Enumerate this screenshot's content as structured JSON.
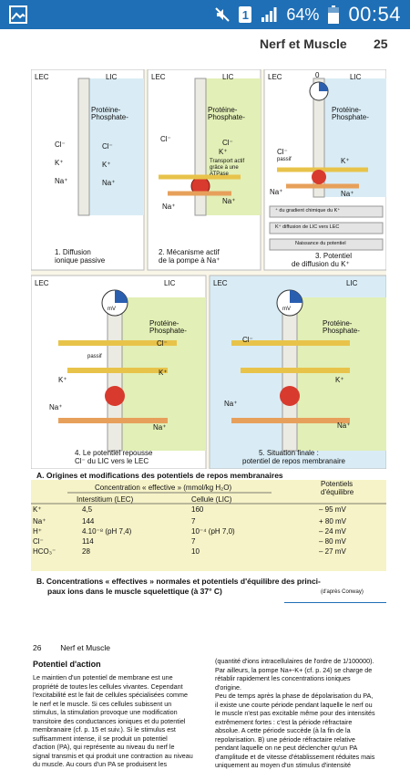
{
  "status_bar": {
    "left_icon": "image-icon",
    "sim_badge": "1",
    "battery_percent": "64%",
    "time": "00:54",
    "icons": [
      "mute-icon",
      "signal-icon",
      "battery-icon"
    ]
  },
  "page1": {
    "header_title": "Nerf et Muscle",
    "page_number": "25",
    "figure": {
      "panel1": {
        "lec": "LEC",
        "lic": "LIC",
        "protein": "Protéine-",
        "phosphate": "Phosphate-",
        "cl": "Cl⁻",
        "k": "K⁺",
        "na": "Na⁺",
        "cl_r": "Cl⁻",
        "k_r": "K⁺",
        "na_r": "Na⁺",
        "cap1": "1. Diffusion",
        "cap2": "ionique passive"
      },
      "panel2": {
        "lec": "LEC",
        "lic": "LIC",
        "protein": "Protéine-",
        "phosphate": "Phosphate-",
        "cl": "Cl⁻",
        "k": "K⁺",
        "transport1": "Transport actif",
        "transport2": "grâce à une",
        "transport3": "ATPase",
        "na": "Na⁺",
        "na_l": "Na⁺",
        "cl_r": "Cl⁻",
        "cap1": "2. Mécanisme actif",
        "cap2": "de la pompe à Na⁺"
      },
      "panel3": {
        "lec": "LEC",
        "lic": "LIC",
        "zero": "0",
        "protein": "Protéine-",
        "phosphate": "Phosphate-",
        "cl": "Cl⁻",
        "passif": "passif",
        "k": "K⁺",
        "na": "Na⁺",
        "na_r": "Na⁺",
        "step1": "⁺ du gradient chimique du K⁺",
        "step2": "K⁺ diffusion de LIC vers LEC",
        "step3": "Naissance du potentiel",
        "cap1": "3. Potentiel",
        "cap2": "de diffusion du K⁺"
      },
      "panel4": {
        "lec": "LEC",
        "lic": "LIC",
        "mv": "mV",
        "protein": "Protéine-",
        "phosphate": "Phosphate-",
        "cl": "Cl⁻",
        "passif": "passif",
        "k": "K⁺",
        "k_r": "K⁺",
        "na": "Na⁺",
        "na_r": "Na⁺",
        "cap1": "4. Le potentiel repousse",
        "cap2": "Cl⁻ du LIC vers le LEC"
      },
      "panel5": {
        "lec": "LEC",
        "lic": "LIC",
        "mv": "mV",
        "protein": "Protéine-",
        "phosphate": "Phosphate-",
        "cl": "Cl⁻",
        "k": "K⁺",
        "na": "Na⁺",
        "na_r": "Na⁺",
        "cap1": "5. Situation finale :",
        "cap2": "potentiel de repos membranaire"
      },
      "caption_a": "A. Origines et modifications des potentiels de repos membranaires"
    },
    "table": {
      "header_main": "Concentration « effective » (mmol/kg H₂O)",
      "header_potentials": "Potentiels",
      "header_potentials2": "d'équilibre",
      "col_interstitium": "Interstitium (LEC)",
      "col_cellule": "Cellule (LIC)",
      "rows": [
        {
          "ion": "K⁺",
          "lec": "4,5",
          "lic": "160",
          "pot": "– 95 mV"
        },
        {
          "ion": "Na⁺",
          "lec": "144",
          "lic": "7",
          "pot": "+ 80 mV"
        },
        {
          "ion": "H⁺",
          "lec": "4.10⁻⁸ (pH 7,4)",
          "lic": "10⁻⁴ (pH 7,0)",
          "pot": "– 24 mV"
        },
        {
          "ion": "Cl⁻",
          "lec": "114",
          "lic": "7",
          "pot": "– 80 mV"
        },
        {
          "ion": "HCO₃⁻",
          "lec": "28",
          "lic": "10",
          "pot": "– 27 mV"
        }
      ],
      "caption_b1": "B. Concentrations « effectives » normales et potentiels d'équilibre des princi-",
      "caption_b2": "paux ions dans le muscle squelettique (à 37° C)",
      "source": "(d'après Conway)"
    }
  },
  "page2": {
    "page_number": "26",
    "header_title": "Nerf et Muscle",
    "section_title": "Potentiel d'action",
    "col1": [
      "Le maintien d'un potentiel de membrane est une",
      "propriété de toutes les cellules vivantes. Cependant",
      "l'excitabilité est le fait de cellules spécialisées comme",
      "le nerf et le muscle. Si ces cellules subissent un",
      "stimulus, la stimulation provoque une modification",
      "transitoire des conductances ioniques et du potentiel",
      "membranaire (cf. p. 15 et suiv.). Si le stimulus est",
      "suffisamment intense, il se produit un potentiel",
      "d'action (PA), qui représente au niveau du nerf le",
      "signal transmis et qui produit une contraction au niveau",
      "du muscle. Au cours d'un PA se produisent les"
    ],
    "col2": [
      "(quantité d'ions intracellulaires de l'ordre de 1/100000).",
      "Par ailleurs, la pompe Na+-K+ (cf. p. 24) se charge de",
      "rétablir rapidement les concentrations ioniques",
      "d'origine.",
      "Peu de temps après la phase de dépolarisation du PA,",
      "il existe une courte période pendant laquelle le nerf ou",
      "le muscle n'est pas excitable même pour des intensités",
      "extrêmement fortes : c'est la période réfractaire",
      "absolue. A cette période succède (à la fin de la",
      "repolarisation. B) une période réfractaire relative",
      "pendant laquelle on ne peut déclencher qu'un PA",
      "d'amplitude et de vitesse d'établissement réduites mais",
      "uniquement au moyen d'un stimulus d'intensité"
    ]
  }
}
